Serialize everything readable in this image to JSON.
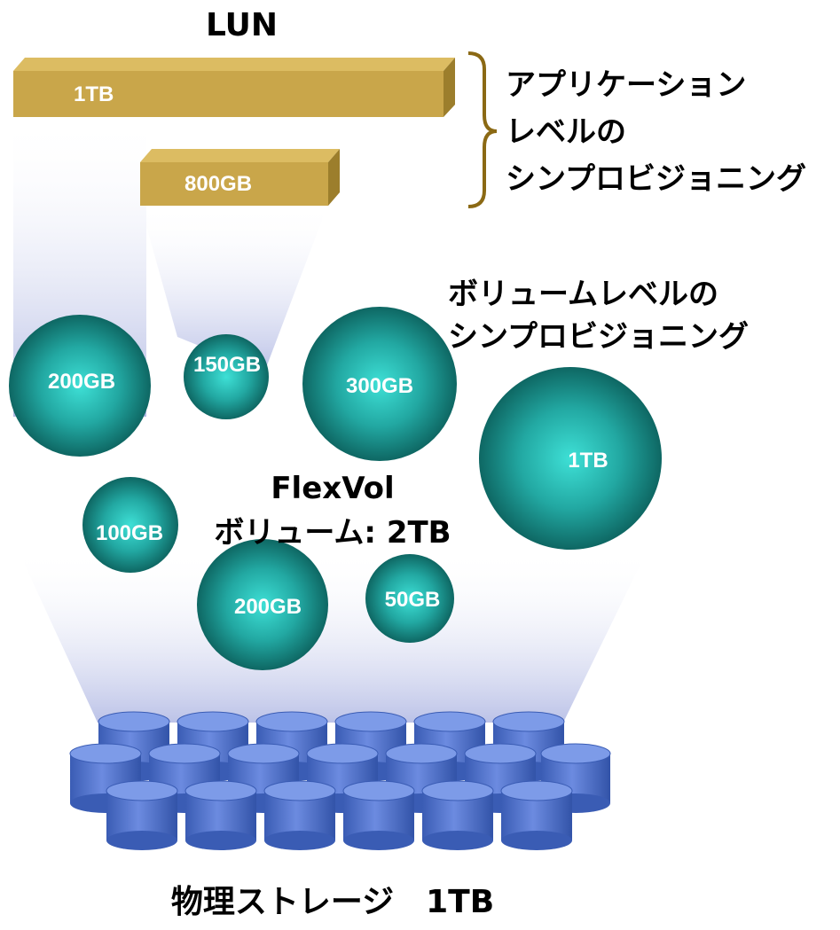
{
  "lun": {
    "title": "LUN",
    "bars": [
      {
        "id": "lun-1tb",
        "label": "1TB"
      },
      {
        "id": "lun-800gb",
        "label": "800GB"
      }
    ]
  },
  "app_level": {
    "line1": "アプリケーション",
    "line2": "レベルの",
    "line3": "シンプロビジョニング"
  },
  "volume_level": {
    "line1": "ボリュームレベルの",
    "line2": "シンプロビジョニング"
  },
  "volumes": [
    {
      "id": "vol-200gb-a",
      "label": "200GB"
    },
    {
      "id": "vol-150gb",
      "label": "150GB"
    },
    {
      "id": "vol-300gb",
      "label": "300GB"
    },
    {
      "id": "vol-1tb",
      "label": "1TB"
    },
    {
      "id": "vol-100gb",
      "label": "100GB"
    },
    {
      "id": "vol-200gb-b",
      "label": "200GB"
    },
    {
      "id": "vol-50gb",
      "label": "50GB"
    }
  ],
  "flexvol": {
    "line1": "FlexVol",
    "line2": "ボリューム: 2TB"
  },
  "physical_storage": {
    "label": "物理ストレージ　1TB"
  },
  "colors": {
    "lun_bar": "#c9a64a",
    "lun_bar_top": "#dcbc62",
    "lun_bar_side": "#9c7e2c",
    "brace": "#8b6914",
    "volume_center": "#40e0d8",
    "volume_edge": "#0f6b66",
    "disk": "#4f73c9",
    "beam": "#b8bfe6"
  }
}
